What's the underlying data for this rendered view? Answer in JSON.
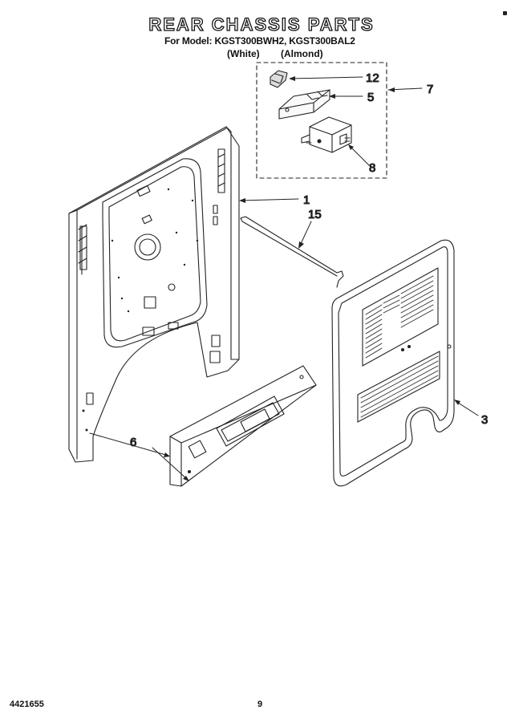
{
  "header": {
    "title": "REAR CHASSIS PARTS",
    "subtitle": "For Model: KGST300BWH2, KGST300BAL2",
    "color_white": "(White)",
    "color_almond": "(Almond)"
  },
  "callouts": {
    "c12": "12",
    "c5": "5",
    "c7": "7",
    "c8": "8",
    "c1": "1",
    "c15": "15",
    "c3": "3",
    "c6": "6"
  },
  "footer": {
    "doc_number": "4421655",
    "page_number": "9"
  }
}
